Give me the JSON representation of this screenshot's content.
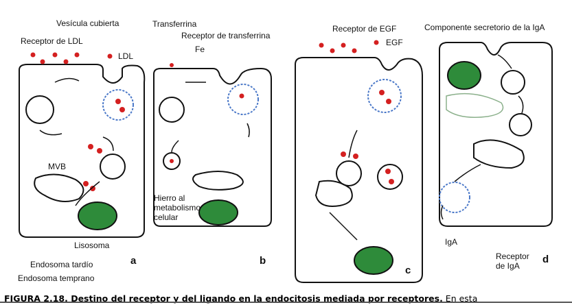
{
  "panels": {
    "a": {
      "letter": "a",
      "labels": {
        "coated_vesicle": "Vesícula cubierta",
        "ldl_receptor": "Receptor de LDL",
        "ldl": "LDL",
        "mvb": "MVB",
        "lysosome": "Lisosoma",
        "late_endosome": "Endosoma tardío",
        "early_endosome": "Endosoma temprano"
      }
    },
    "b": {
      "letter": "b",
      "labels": {
        "transferrin": "Transferrina",
        "transferrin_receptor": "Receptor de transferrina",
        "fe": "Fe",
        "iron_line1": "Hierro al",
        "iron_line2": "metabolismo",
        "iron_line3": "celular"
      }
    },
    "c": {
      "letter": "c",
      "labels": {
        "egf_receptor": "Receptor de EGF",
        "egf": "EGF"
      }
    },
    "d": {
      "letter": "d",
      "labels": {
        "secretory_component": "Componente secretorio de la IgA",
        "iga": "IgA",
        "iga_receptor_line1": "Receptor",
        "iga_receptor_line2": "de IgA"
      }
    }
  },
  "caption": {
    "figure": "FIGURA 2.18. Destino del receptor y del ligando en la endocitosis mediada por receptores.",
    "text": " En esta"
  },
  "colors": {
    "ligand": "#d42020",
    "lysosome": "#2e8b3a",
    "vesicle": "#4a78c8"
  }
}
